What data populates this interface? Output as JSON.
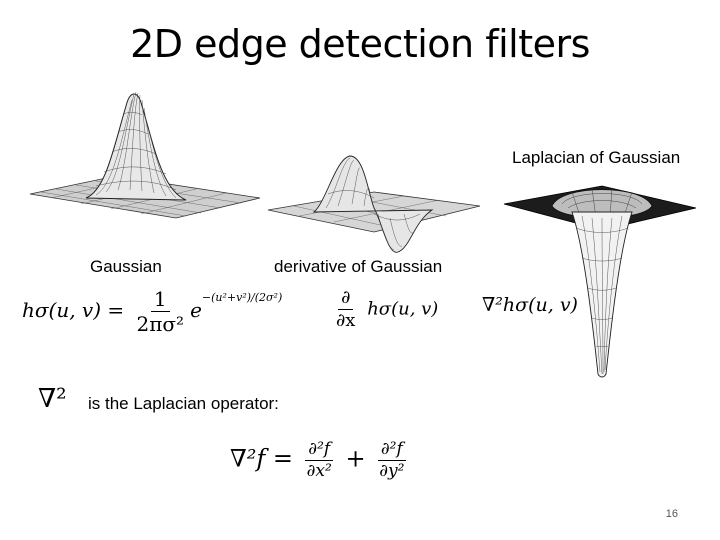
{
  "slide": {
    "title": "2D edge detection filters",
    "page_number": "16"
  },
  "labels": {
    "gaussian": "Gaussian",
    "derivative_of_gaussian": "derivative of Gaussian",
    "laplacian_of_gaussian": "Laplacian of Gaussian",
    "laplacian_operator_text": "is the Laplacian operator:"
  },
  "formulas": {
    "gaussian": {
      "lhs": "hσ(u, v) =",
      "numerator": "1",
      "denominator": "2πσ²",
      "base": "e",
      "exponent": "−(u²+v²)/(2σ²)"
    },
    "derivative": {
      "numerator": "∂",
      "denominator": "∂x",
      "rhs": "hσ(u, v)"
    },
    "laplacian": {
      "expression": "∇²hσ(u, v)"
    },
    "nabla_squared": "∇²",
    "laplacian_definition": {
      "lhs": "∇²f =",
      "term1_num": "∂²f",
      "term1_den": "∂x²",
      "plus": "+",
      "term2_num": "∂²f",
      "term2_den": "∂y²"
    }
  }
}
